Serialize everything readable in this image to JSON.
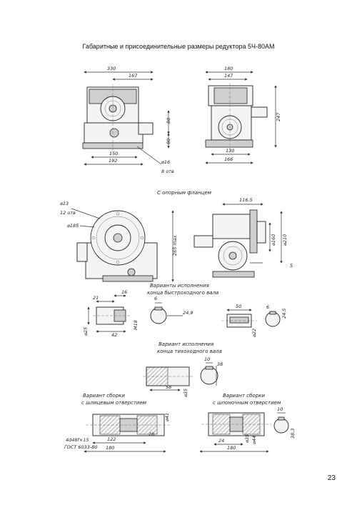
{
  "page": {
    "title": "Габаритные и присоединительные размеры редуктора 5Ч-80АМ",
    "page_number": "23"
  },
  "labels": {
    "flange_heading": "С опорным фланцем",
    "input_shaft_variants": [
      "Варианты исполнения",
      "конца быстроходного вала"
    ],
    "output_shaft_variants": [
      "Вариант исполнения",
      "конца тихоходного вала"
    ],
    "spline_variant": [
      "Вариант сборки",
      "с шлицевым отверстием"
    ],
    "key_variant": [
      "Вариант сборки",
      "с шпоночным отверстием"
    ],
    "spline_note": [
      "4d48f×15",
      "ГОСТ 6033-80"
    ]
  },
  "dims": {
    "v1": {
      "d330": "330",
      "d167": "167",
      "d80a": "80",
      "d80b": "80",
      "d150": "150",
      "d192": "192",
      "d16": "⌀16",
      "d8": "8 отв"
    },
    "v2": {
      "d180": "180",
      "d147": "147",
      "d247": "247",
      "d130": "130",
      "d166": "166"
    },
    "v3": {
      "d13": "⌀13",
      "d12": "12 отв",
      "d185": "⌀185",
      "d265": "265 max"
    },
    "v4": {
      "d1165": "116,5",
      "d160": "⌀160",
      "d210": "⌀210",
      "d5": "5"
    },
    "s1": {
      "d21": "21",
      "d16": "16",
      "d25": "⌀25",
      "d42": "42",
      "m18": "M18"
    },
    "s2": {
      "d6": "6",
      "d249": "24,9"
    },
    "s3": {
      "d50": "50",
      "d6": "6",
      "d245": "24,5",
      "d22": "⌀22"
    },
    "s4": {
      "d10": "10",
      "d38": "38",
      "d58": "58",
      "d35": "⌀35"
    },
    "a1": {
      "d41": "⌀41",
      "d28": "28",
      "d122": "122",
      "d180": "180"
    },
    "a2": {
      "d10": "10",
      "d383": "38,3",
      "d24": "24",
      "d35": "⌀35",
      "d44": "⌀44",
      "d180": "180"
    }
  }
}
